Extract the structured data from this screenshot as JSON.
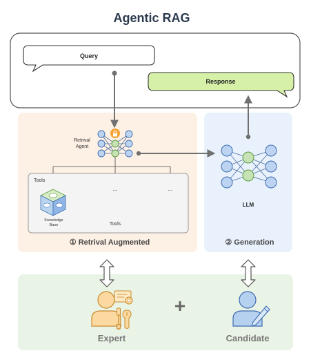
{
  "title": "Agentic RAG",
  "query_label": "Query",
  "response_label": "Response",
  "retrieval_agent_label_line1": "Retrival",
  "retrieval_agent_label_line2": "Agent",
  "tools_title": "Tools",
  "tools_caption": "Tools",
  "ellipsis_1": "...",
  "ellipsis_2": "...",
  "knowledge_base_line1": "Knowledge",
  "knowledge_base_line2": "Base",
  "llm_label": "LLM",
  "section_1_label": "① Retrival Augmented",
  "section_2_label": "② Generation",
  "plus_sign": "+",
  "expert_label": "Expert",
  "candidate_label": "Candidate",
  "icons": [
    "lock-icon",
    "database-cube-icon",
    "expert-person-icon",
    "certificate-icon",
    "tools-icon",
    "candidate-person-icon",
    "pen-icon"
  ],
  "colors": {
    "retrieval_bg": "#fdf0e4",
    "generation_bg": "#e9f2fc",
    "bottom_bg": "#eaf4e6",
    "response_bg": "#d6f0a8",
    "node_blue": "#bcd4f2",
    "node_green": "#c7e3b6",
    "person_orange": "#fbd9a0",
    "person_blue": "#b6d1f0"
  }
}
